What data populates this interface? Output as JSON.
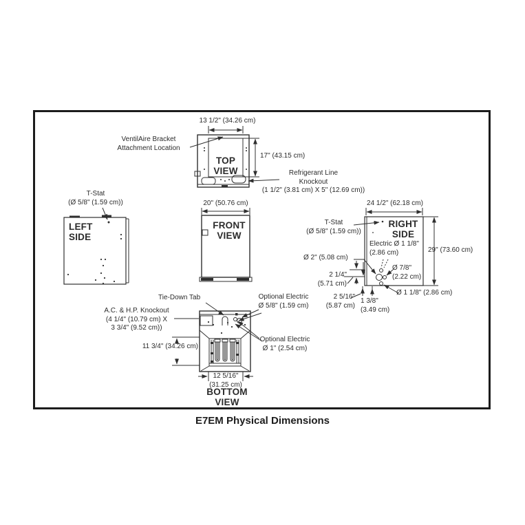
{
  "title": "E7EM Physical Dimensions",
  "top_view": {
    "label": "TOP VIEW",
    "width_dim": "13 1/2\" (34.26 cm)",
    "depth_dim": "17\" (43.15 cm)",
    "ventilaire": [
      "VentilAire Bracket",
      "Attachment Location"
    ],
    "refrigerant": [
      "Refrigerant Line",
      "Knockout",
      "(1 1/2\" (3.81 cm) X 5\" (12.69 cm))"
    ]
  },
  "left_side": {
    "label": "LEFT SIDE",
    "tstat": [
      "T-Stat",
      "(Ø 5/8\" (1.59 cm))"
    ]
  },
  "front_view": {
    "label": "FRONT VIEW",
    "width_dim": "20\" (50.76 cm)"
  },
  "right_side": {
    "label": "RIGHT SIDE",
    "width_dim": "24 1/2\" (62.18 cm)",
    "height_dim": "29\" (73.60 cm)",
    "tstat": [
      "T-Stat",
      "(Ø 5/8\" (1.59 cm))"
    ],
    "electric": [
      "Electric Ø 1 1/8\"",
      "(2.86 cm)"
    ],
    "dia_2": "Ø 2\" (5.08 cm)",
    "dim_2_14": [
      "2 1/4\"",
      "(5.71 cm)"
    ],
    "dia_78": [
      "Ø 7/8\"",
      "(2.22 cm)"
    ],
    "dim_2_516": [
      "2 5/16\"",
      "(5.87 cm)"
    ],
    "dim_1_38": [
      "1 3/8\"",
      "(3.49 cm)"
    ],
    "dia_118": "Ø 1 1/8\" (2.86 cm)"
  },
  "bottom_view": {
    "label": "BOTTOM VIEW",
    "tie_down": "Tie-Down Tab",
    "ac_hp": [
      "A.C. & H.P. Knockout",
      "(4 1/4\" (10.79 cm) X",
      "3 3/4\" (9.52 cm))"
    ],
    "opt_electric_58": [
      "Optional Electric",
      "Ø 5/8\" (1.59 cm)"
    ],
    "opt_electric_1": [
      "Optional Electric",
      "Ø 1\" (2.54 cm)"
    ],
    "height_dim": "11 3/4\" (34.26 cm)",
    "width_dim": [
      "12 5/16\"",
      "(31.25 cm)"
    ]
  }
}
